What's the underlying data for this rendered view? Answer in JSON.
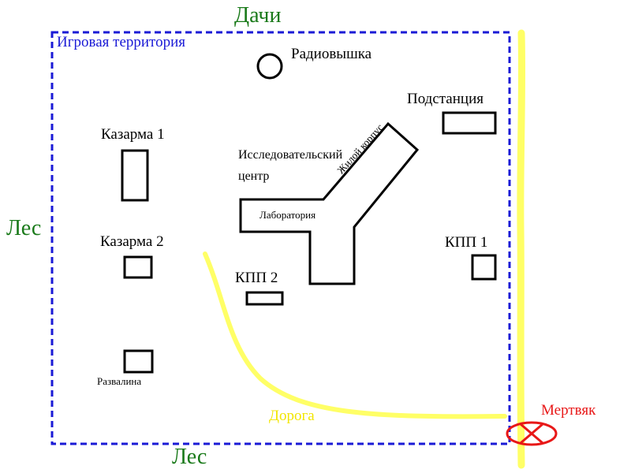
{
  "surroundings": {
    "north": "Дачи",
    "west": "Лес",
    "south": "Лес"
  },
  "zone": {
    "label": "Игровая территория"
  },
  "buildings": {
    "radio_tower": "Радиовышка",
    "substation": "Подстанция",
    "barracks_1": "Казарма 1",
    "barracks_2": "Казарма 2",
    "research_center_line1": "Исследовательский",
    "research_center_line2": "центр",
    "laboratory": "Лаборатория",
    "living_block": "Жилой корпус",
    "checkpoint_1": "КПП 1",
    "checkpoint_2": "КПП 2",
    "ruin": "Развалина"
  },
  "road": {
    "label": "Дорога"
  },
  "dead_man": {
    "label": "Мертвяк"
  },
  "colors": {
    "surroundings": "#1a7a1a",
    "zone": "#1a1ad6",
    "road": "#ffff66",
    "road_label": "#f2e600",
    "dead_man": "#e81818",
    "building": "#000000"
  },
  "icons": [
    "radio-tower-icon",
    "dead-man-marker-icon"
  ]
}
